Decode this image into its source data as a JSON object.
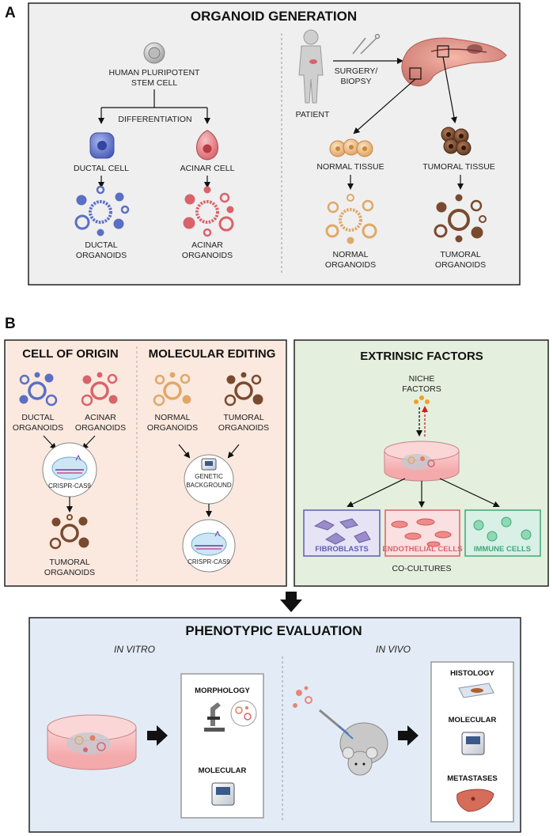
{
  "panel_a": {
    "letter": "A",
    "title": "ORGANOID GENERATION",
    "hpsc_label_1": "HUMAN PLURIPOTENT",
    "hpsc_label_2": "STEM CELL",
    "differentiation": "DIFFERENTIATION",
    "ductal_cell": "DUCTAL CELL",
    "acinar_cell": "ACINAR CELL",
    "ductal_org_1": "DUCTAL",
    "ductal_org_2": "ORGANOIDS",
    "acinar_org_1": "ACINAR",
    "acinar_org_2": "ORGANOIDS",
    "patient": "PATIENT",
    "surgery_1": "SURGERY/",
    "surgery_2": "BIOPSY",
    "normal_tissue": "NORMAL TISSUE",
    "tumoral_tissue": "TUMORAL TISSUE",
    "normal_org_1": "NORMAL",
    "normal_org_2": "ORGANOIDS",
    "tumoral_org_1": "TUMORAL",
    "tumoral_org_2": "ORGANOIDS"
  },
  "panel_b": {
    "letter": "B",
    "cell_of_origin": {
      "title": "CELL OF ORIGIN",
      "ductal_1": "DUCTAL",
      "ductal_2": "ORGANOIDS",
      "acinar_1": "ACINAR",
      "acinar_2": "ORGANOIDS",
      "crispr": "CRISPR-CAS9",
      "tumoral_1": "TUMORAL",
      "tumoral_2": "ORGANOIDS"
    },
    "molecular_editing": {
      "title": "MOLECULAR EDITING",
      "normal_1": "NORMAL",
      "normal_2": "ORGANOIDS",
      "tumoral_1": "TUMORAL",
      "tumoral_2": "ORGANOIDS",
      "genetic_1": "GENETIC",
      "genetic_2": "BACKGROUND",
      "crispr": "CRISPR-CAS9"
    },
    "extrinsic": {
      "title": "EXTRINSIC FACTORS",
      "niche_1": "NICHE",
      "niche_2": "FACTORS",
      "fibroblasts": "FIBROBLASTS",
      "endothelial": "ENDOTHELIAL CELLS",
      "immune": "IMMUNE CELLS",
      "co_cultures": "CO-CULTURES"
    }
  },
  "panel_c": {
    "title": "PHENOTYPIC EVALUATION",
    "in_vitro": "IN VITRO",
    "in_vivo": "IN VIVO",
    "morphology": "MORPHOLOGY",
    "molecular_vitro": "MOLECULAR",
    "histology": "HISTOLOGY",
    "molecular_vivo": "MOLECULAR",
    "metastases": "METASTASES"
  },
  "colors": {
    "ductal": "#5b6fc4",
    "acinar": "#d9636b",
    "normal": "#e0a868",
    "tumoral": "#7a4a2e",
    "panel_a_bg": "#efefef",
    "panel_b_left_bg": "#fbe9df",
    "panel_b_right_bg": "#e4efdd",
    "panel_c_bg": "#e3ecf6"
  }
}
